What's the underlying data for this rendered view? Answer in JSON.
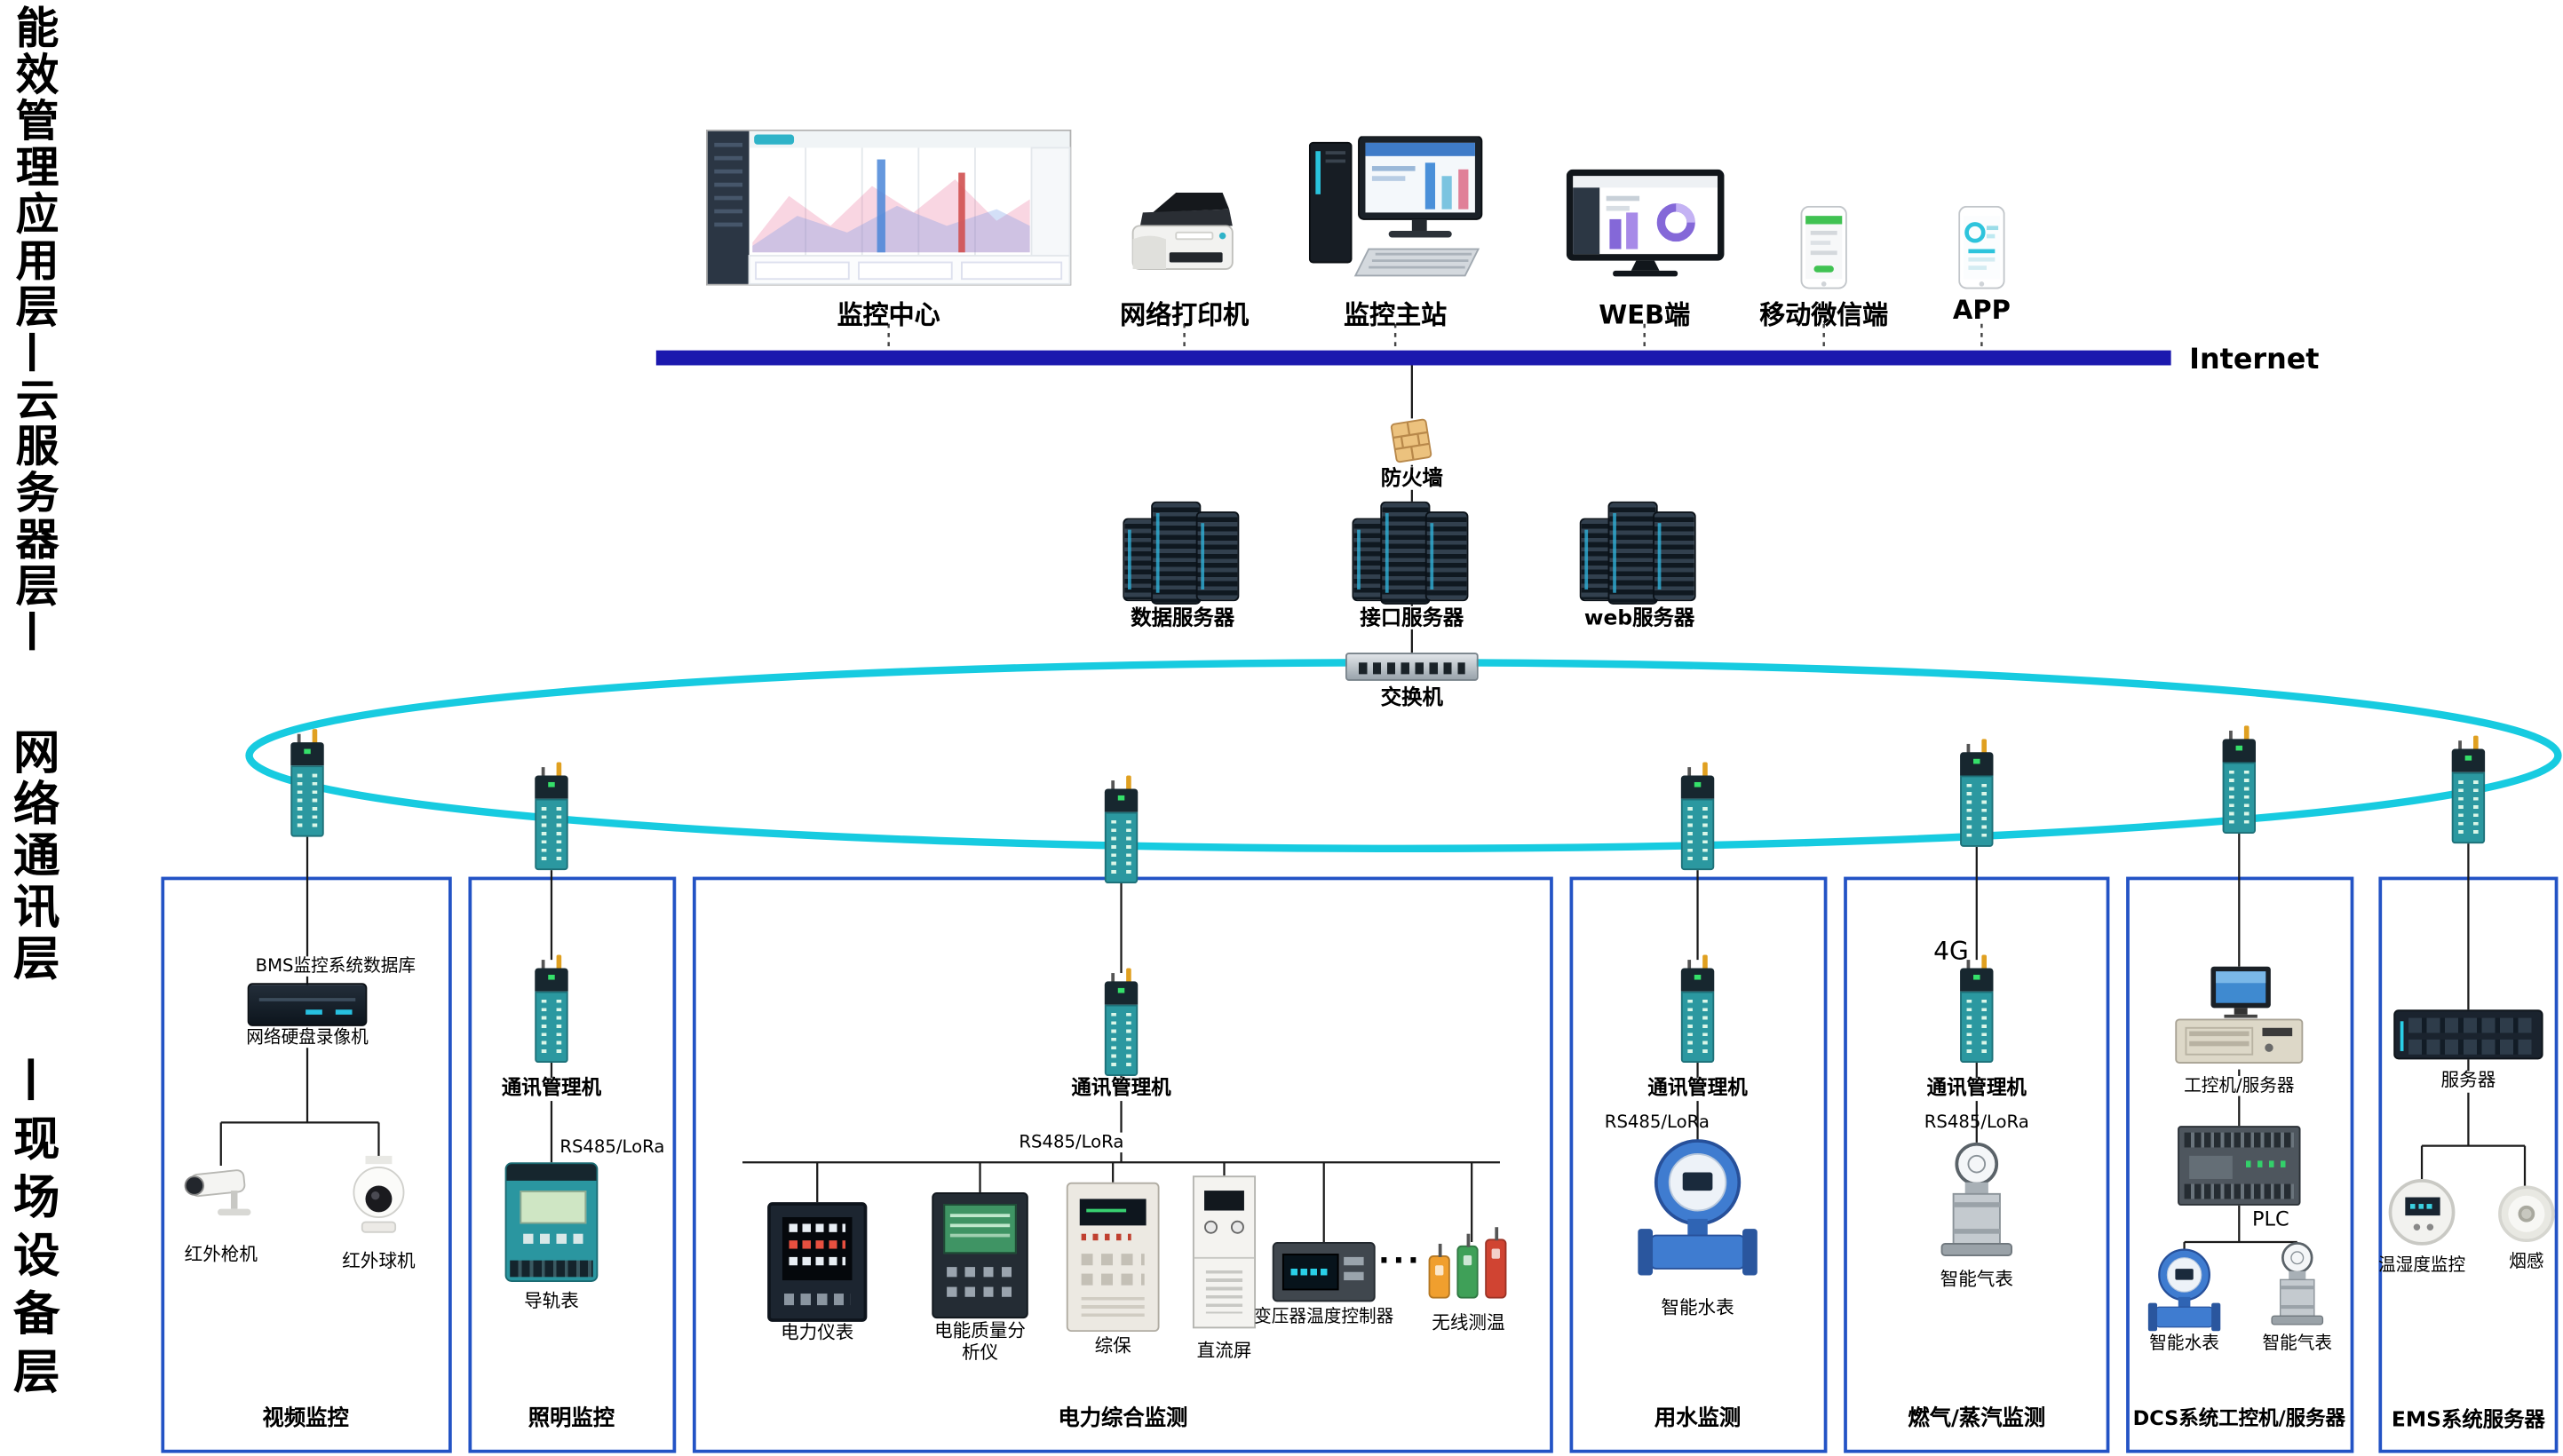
{
  "colors": {
    "box_border": "#2353c5",
    "ring": "#17cbe0",
    "internet_bar": "#1b18ae",
    "gateway_teal": "#2b98a0"
  },
  "side_labels": {
    "block1": "能效管理应用层—云服务器层—",
    "block2": "网络通讯层",
    "block3": "—现场设备层"
  },
  "top_row": {
    "monitor_center": "监控中心",
    "printer": "网络打印机",
    "master_station": "监控主站",
    "web": "WEB端",
    "wechat": "移动微信端",
    "app": "APP"
  },
  "internet_label": "Internet",
  "firewall_label": "防火墙",
  "servers": {
    "data": "数据服务器",
    "interface": "接口服务器",
    "web": "web服务器"
  },
  "switch_label": "交换机",
  "groups": {
    "video": {
      "title": "视频监控",
      "db_label": "BMS监控系统数据库",
      "nvr_label": "网络硬盘录像机",
      "cam1": "红外枪机",
      "cam2": "红外球机"
    },
    "lighting": {
      "title": "照明监控",
      "gateway": "通讯管理机",
      "bus": "RS485/LoRa",
      "meter": "导轨表"
    },
    "power": {
      "title": "电力综合监测",
      "gateway": "通讯管理机",
      "bus": "RS485/LoRa",
      "d1": "电力仪表",
      "d2": "电能质量分析仪",
      "d3": "综保",
      "d4": "直流屏",
      "d5": "变压器温度控制器",
      "ellipsis": "···",
      "d6": "无线测温"
    },
    "water": {
      "title": "用水监测",
      "gateway": "通讯管理机",
      "bus": "RS485/LoRa",
      "meter": "智能水表"
    },
    "gas": {
      "title": "燃气/蒸汽监测",
      "wireless": "4G",
      "gateway": "通讯管理机",
      "bus": "RS485/LoRa",
      "meter": "智能气表"
    },
    "dcs": {
      "title": "DCS系统工控机/服务器",
      "ipc": "工控机/服务器",
      "plc": "PLC",
      "water_meter": "智能水表",
      "gas_meter": "智能气表"
    },
    "ems": {
      "title": "EMS系统服务器",
      "server": "服务器",
      "th": "温湿度监控",
      "smoke": "烟感"
    }
  }
}
